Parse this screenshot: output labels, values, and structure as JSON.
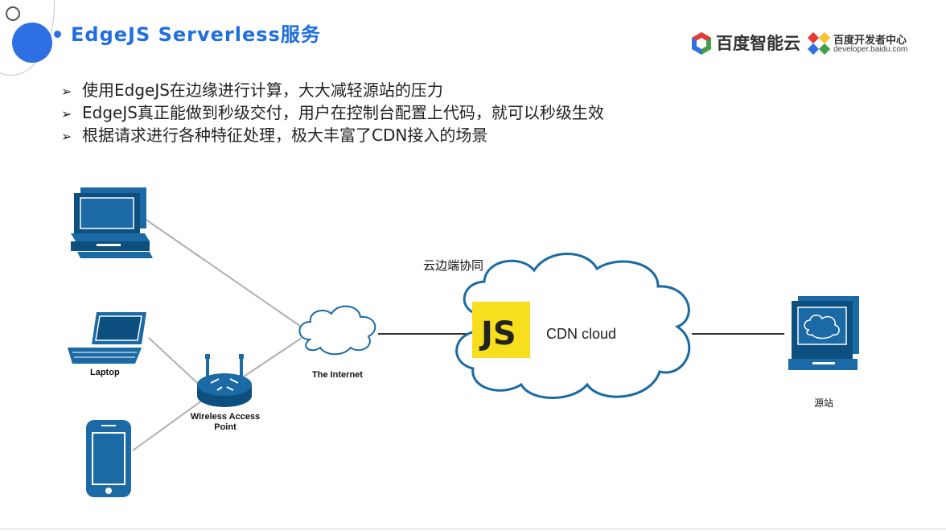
{
  "slide": {
    "title": "EdgeJS Serverless服务",
    "bullets": [
      "使用EdgeJS在边缘进行计算，大大减轻源站的压力",
      "EdgeJS真正能做到秒级交付，用户在控制台配置上代码，就可以秒级生效",
      "根据请求进行各种特征处理，极大丰富了CDN接入的场景"
    ],
    "bullet_marker": "➢"
  },
  "logos": {
    "baidu_cloud": "百度智能云",
    "developer_center": "百度开发者中心",
    "developer_url": "developer.baidu.com"
  },
  "diagram": {
    "laptop_label": "Laptop",
    "router_label_line1": "Wireless Access",
    "router_label_line2": "Point",
    "internet_label": "The Internet",
    "cloud_caption": "云边端协同",
    "cloud_label": "CDN cloud",
    "js_badge": "JS",
    "origin_label": "源站",
    "colors": {
      "device_blue": "#1b6aa5",
      "device_dark": "#0d4f7f",
      "js_yellow": "#f7df1e",
      "link_gray": "#b0b0b0",
      "link_dark": "#333333",
      "title_blue": "#1f6fe0"
    }
  }
}
